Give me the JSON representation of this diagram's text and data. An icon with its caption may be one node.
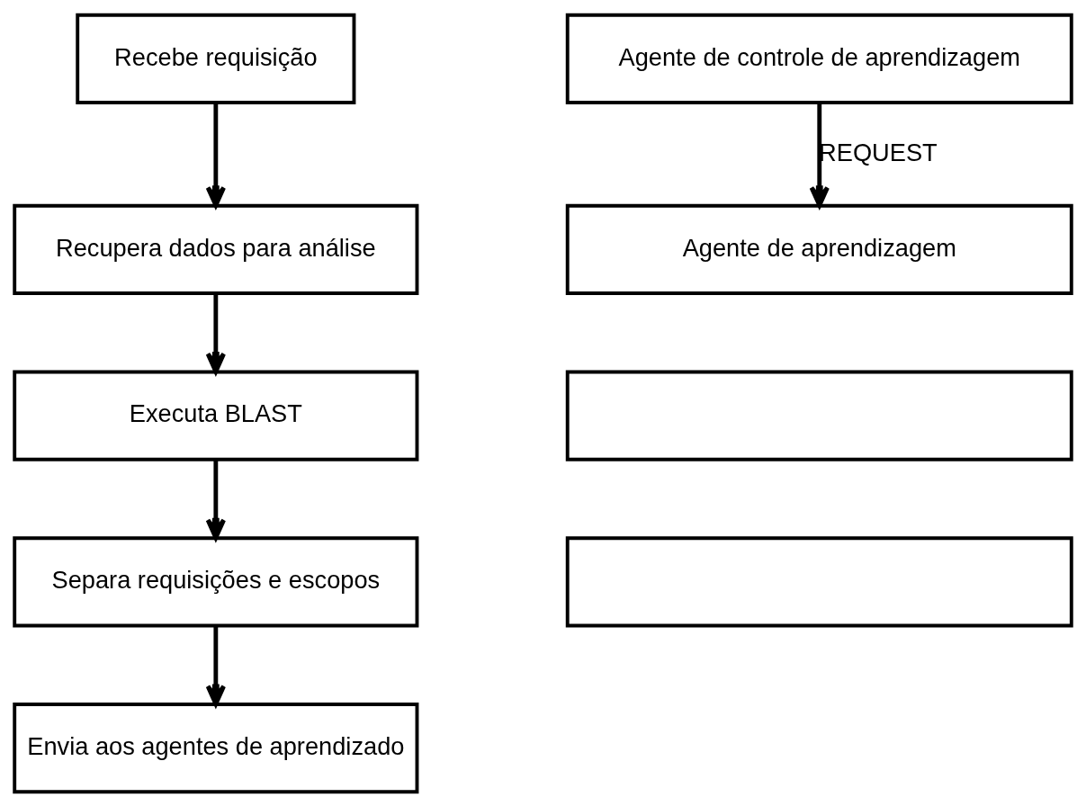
{
  "diagram": {
    "nodes": [
      {
        "text": [
          "Recebe requisição"
        ]
      },
      {
        "text": [
          "Recupera dados para análise"
        ]
      },
      {
        "text": [
          "Executa BLAST"
        ]
      },
      {
        "text": [
          "Separa requisições e escopos"
        ]
      },
      {
        "text": [
          "Envia aos agentes de aprendizado"
        ]
      },
      {
        "text": [
          "Agente de controle de aprendizagem"
        ]
      },
      {
        "text": [
          "Agente de aprendizagem"
        ]
      },
      {
        "text": [],
        "shape": "box"
      },
      {
        "text": [],
        "shape": "box"
      }
    ],
    "edges": [
      {
        "from": 0,
        "to": 1,
        "arrow": "to"
      },
      {
        "from": 1,
        "to": 2,
        "arrow": "to"
      },
      {
        "from": 2,
        "to": 3,
        "arrow": "to"
      },
      {
        "from": 3,
        "to": 4,
        "arrow": "to"
      },
      {
        "from": 5,
        "to": 6,
        "arrow": "to",
        "label": "REQUEST"
      }
    ]
  }
}
